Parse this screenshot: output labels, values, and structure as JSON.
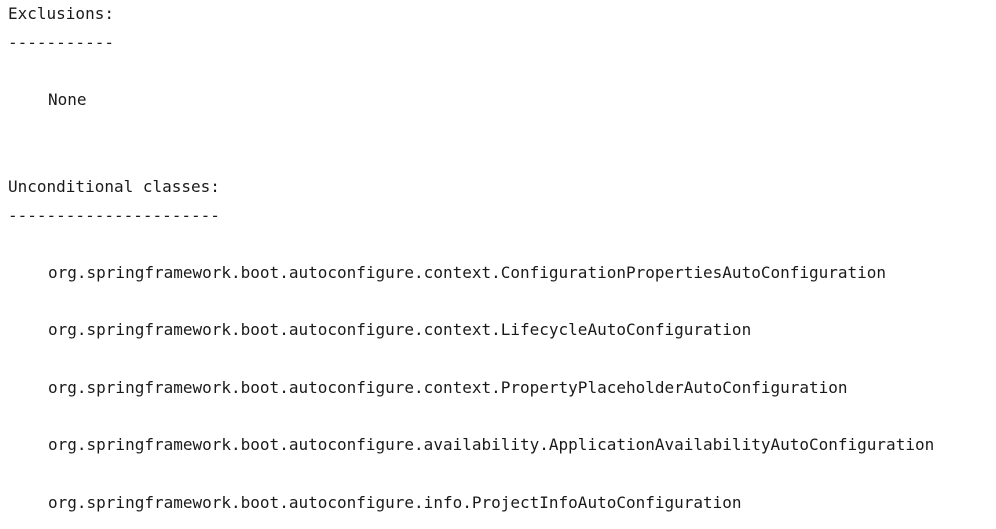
{
  "exclusions": {
    "heading": "Exclusions:",
    "underline": "-----------",
    "items": [
      "None"
    ]
  },
  "unconditional": {
    "heading": "Unconditional classes:",
    "underline": "----------------------",
    "items": [
      "org.springframework.boot.autoconfigure.context.ConfigurationPropertiesAutoConfiguration",
      "org.springframework.boot.autoconfigure.context.LifecycleAutoConfiguration",
      "org.springframework.boot.autoconfigure.context.PropertyPlaceholderAutoConfiguration",
      "org.springframework.boot.autoconfigure.availability.ApplicationAvailabilityAutoConfiguration",
      "org.springframework.boot.autoconfigure.info.ProjectInfoAutoConfiguration"
    ]
  }
}
